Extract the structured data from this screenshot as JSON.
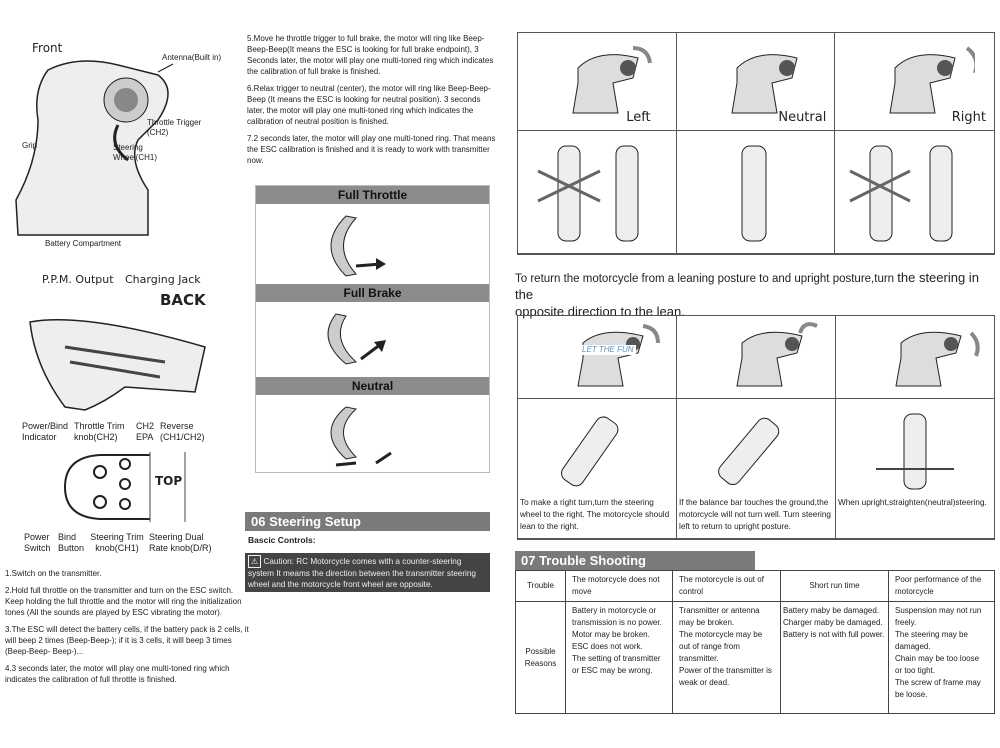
{
  "left": {
    "front_diagram": {
      "title": "Front",
      "labels": [
        "Antenna(Built in)",
        "Throttle Trigger (CH2)",
        "Grip",
        "Steering Wheel(CH1)",
        "Battery Compartment"
      ]
    },
    "back_diagram": {
      "title": "BACK",
      "labels": [
        "P.P.M. Output",
        "Charging Jack"
      ]
    },
    "top_diagram": {
      "title": "TOP",
      "labels": [
        "Power/Bind Indicator",
        "Throttle Trim knob(CH2)",
        "CH2 EPA",
        "Reverse (CH1/CH2)",
        "Power Switch",
        "Bind Button",
        "Steering Trim knob(CH1)",
        "Steering Dual Rate knob(D/R)"
      ]
    },
    "steps": [
      "1.Switch on the transmitter.",
      "2.Hold full throttle on the transmitter and turn on the ESC switch. Keep holding the full throttle and the motor will ring the initialization tones (All the sounds are played  by ESC vibrating the motor).",
      "3.The ESC will detect the battery cells, if the battery pack is 2 cells, it will beep 2 times (Beep-Beep-); if it is 3 cells, it will beep 3 times (Beep-Beep- Beep-)...",
      "4.3 seconds later, the motor will play one multi-toned ring which indicates the calibration of full throttle is finished."
    ]
  },
  "middle": {
    "steps": [
      "5.Move he throttle trigger to full brake, the motor will ring like Beep-Beep-Beep(It means the ESC is looking for full brake endpoint), 3 Seconds later, the motor will play one multi-toned ring which indicates the calibration of full brake is finished.",
      "6.Relax trigger to neutral (center), the motor will ring like Beep-Beep-Beep (It means the ESC is looking for neutral position). 3 seconds later, the motor will play one multi-toned ring which indicates the calibration of neutral position is finished.",
      "7.2 seconds later, the motor will play one multi-toned ring. That means the ESC calibration is finished and it is ready to work with transmitter now."
    ],
    "panels": [
      "Full Throttle",
      "Full Brake",
      "Neutral"
    ],
    "section_06": "06 Steering Setup",
    "basic_controls": "Bascic Controls:",
    "caution": "Caution: RC Motorcycle comes with a counter-steering system It meams the direction between the transmitter steering wheel and the motorcycle front wheel are opposite."
  },
  "right": {
    "grid1_labels": [
      "Left",
      "Neutral",
      "Right"
    ],
    "lean_text_a": "To return the motorcycle from a leaning posture to and upright posture,turn ",
    "lean_text_b": "the steering in the",
    "lean_text_c": "opposite direction to the lean.",
    "watermark": "LET THE FUN",
    "grid2_captions": [
      "To make a right turn,turn the steering wheel to the right. The motorcycle should lean to the right.",
      "If the balance bar touches  the ground,the motorcycle will not turn well. Turn steering left to return to upright posture.",
      "When upright,straighten(neutral)steering."
    ],
    "section_07": "07 Trouble Shooting",
    "table": {
      "headers": [
        "Trouble",
        "The motorcycle does not move",
        "The motorcycle is out of control",
        "Short run time",
        "Poor performance of the motorcycle"
      ],
      "row_label": "Possible Reasons",
      "reasons": [
        [
          "Battery in motorcycle or transmission is no power.",
          "Motor may be broken.",
          "ESC does not work.",
          "The setting of transmitter or ESC may be wrong."
        ],
        [
          "Transmitter or antenna may be broken.",
          "The motorcycle may be out of range from transmitter.",
          "Power of the transmitter is weak or dead."
        ],
        [
          "Battery maby be damaged.",
          "Charger maby be damaged.",
          "Battery is not with full power."
        ],
        [
          "Suspension may not run freely.",
          "The steering may be damaged.",
          "Chain may be too loose or too tight.",
          "The screw of frame may be loose."
        ]
      ]
    }
  }
}
